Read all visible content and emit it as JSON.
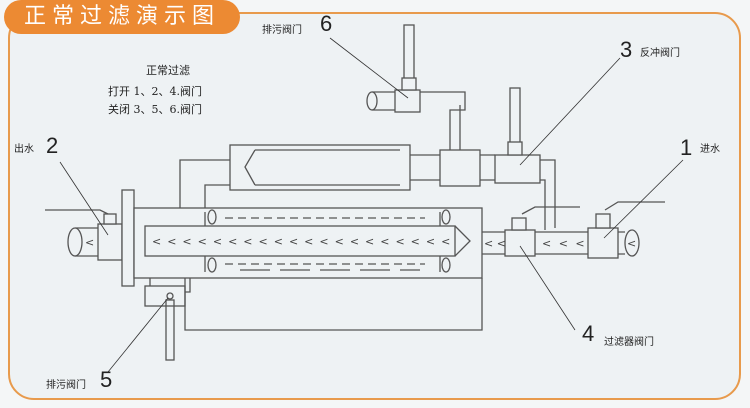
{
  "title": "正常过滤演示图",
  "mode_note": {
    "heading": "正常过滤",
    "open_line": "打开 1、2、4.阀门",
    "close_line": "关闭 3、5、6.阀门"
  },
  "labels": {
    "valve1": {
      "number": "1",
      "text": "进水"
    },
    "valve2": {
      "number": "2",
      "text": "出水"
    },
    "valve3": {
      "number": "3",
      "text": "反冲阀门"
    },
    "valve4": {
      "number": "4",
      "text": "过滤器阀门"
    },
    "valve5": {
      "number": "5",
      "text": "排污阀门"
    },
    "valve6": {
      "number": "6",
      "text": "排污阀门"
    }
  },
  "colors": {
    "accent": "#ec8a33",
    "line": "#555555",
    "background": "#eef2f4"
  }
}
